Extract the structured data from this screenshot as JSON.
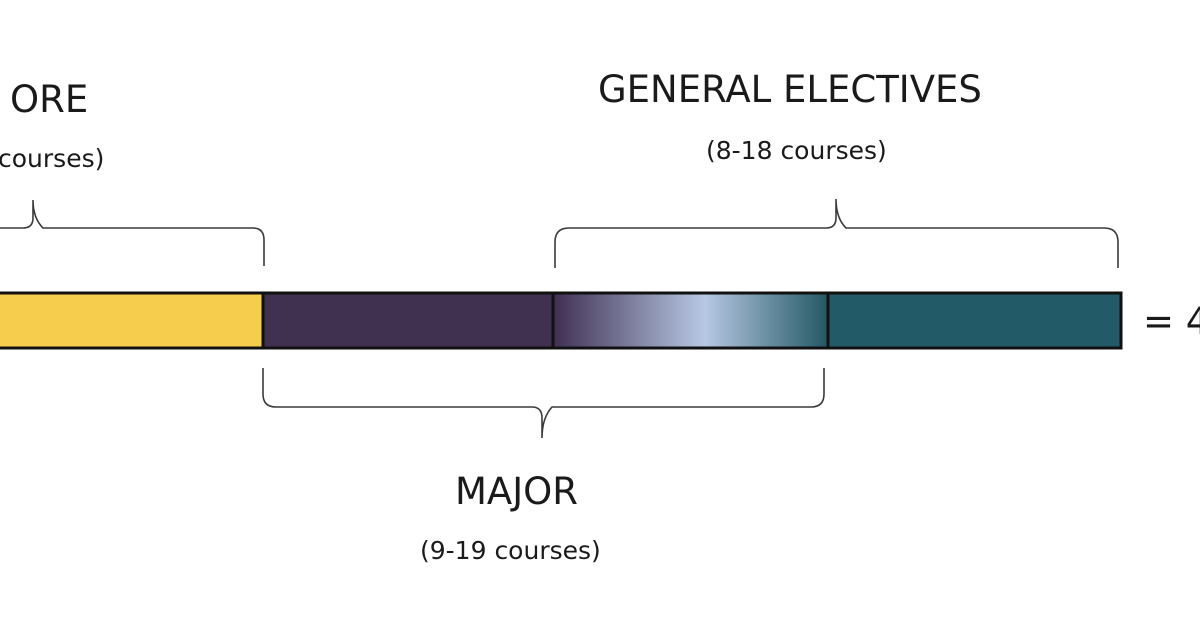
{
  "labels": {
    "core": {
      "title": "ORE",
      "subtitle": "courses)"
    },
    "general_electives": {
      "title": "GENERAL ELECTIVES",
      "subtitle": "(8-18 courses)"
    },
    "major": {
      "title": "MAJOR",
      "subtitle": "(9-19 courses)"
    },
    "total": "= 4"
  },
  "colors": {
    "core": "#f6cd4d",
    "major": "#413150",
    "gradient": [
      "#3f2f52",
      "#b7c8e4",
      "#225864"
    ],
    "electives": "#225b67",
    "outline": "#111111"
  }
}
